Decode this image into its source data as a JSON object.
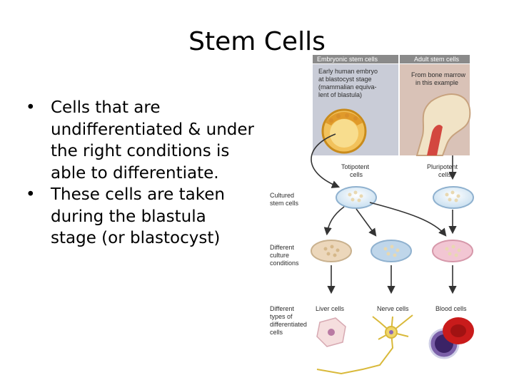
{
  "slide": {
    "title": "Stem Cells",
    "bullets": [
      "Cells that are undifferentiated & under the right conditions is able to differentiate.",
      "These cells are taken during the blastula stage (or blastocyst)"
    ],
    "bullet_glyph": "•"
  },
  "figure": {
    "embryonic_header": "Embryonic stem cells",
    "adult_header": "Adult stem cells",
    "embryo_caption": [
      "Early human embryo",
      "at blastocyst stage",
      "(mammalian equiva-",
      "lent of blastula)"
    ],
    "marrow_caption": [
      "From bone marrow",
      "in this example"
    ],
    "totipotent_label": [
      "Totipotent",
      "cells"
    ],
    "pluripotent_label": [
      "Pluripotent",
      "cells"
    ],
    "cultured_label": [
      "Cultured",
      "stem cells"
    ],
    "different_culture_label": [
      "Different",
      "culture",
      "conditions"
    ],
    "different_types_label": [
      "Different",
      "types of",
      "differentiated",
      "cells"
    ],
    "liver_label": "Liver cells",
    "nerve_label": "Nerve cells",
    "blood_label": "Blood cells",
    "colors": {
      "header_panel": "#8a8a8a",
      "embryo_panel": "#c9ccd7",
      "marrow_panel": "#d9c2b7",
      "dish_blue": "#bfd6ea",
      "dish_tan": "#ecd7bb",
      "dish_pink": "#f2c6d3",
      "blood_red": "#c91b1b"
    }
  }
}
